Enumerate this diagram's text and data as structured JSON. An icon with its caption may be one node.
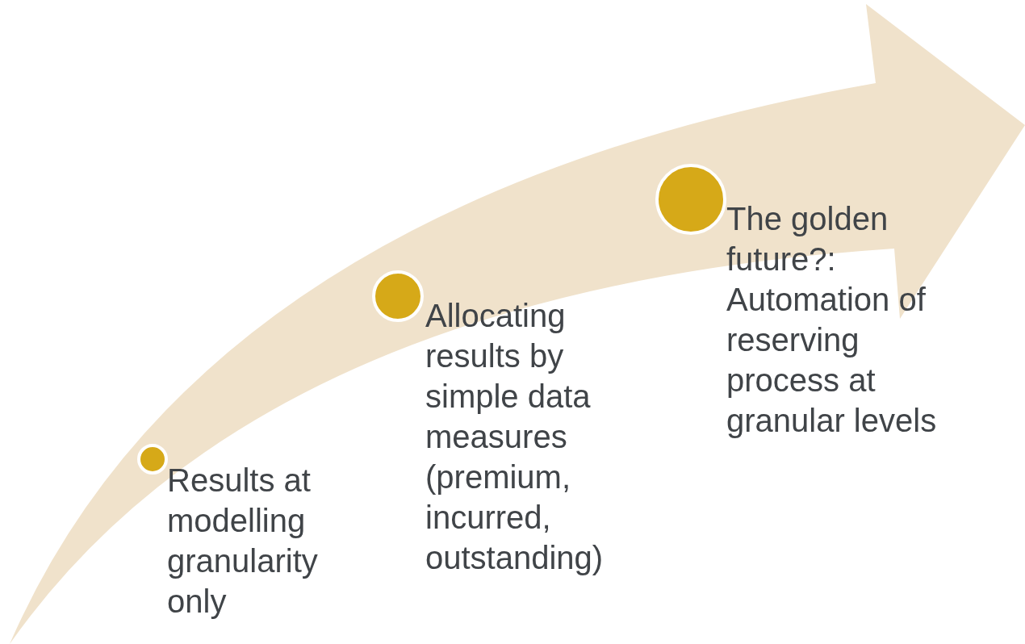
{
  "diagram": {
    "nodes": [
      {
        "text": [],
        "shape": "circle",
        "beside": [
          "Results at modelling granularity only"
        ]
      },
      {
        "text": [],
        "shape": "circle",
        "beside": [
          "Allocating results by simple data measures (premium, incurred, outstanding)"
        ]
      },
      {
        "text": [],
        "shape": "circle",
        "beside": [
          "The golden future?: Automation of reserving process at granular levels"
        ]
      }
    ]
  }
}
